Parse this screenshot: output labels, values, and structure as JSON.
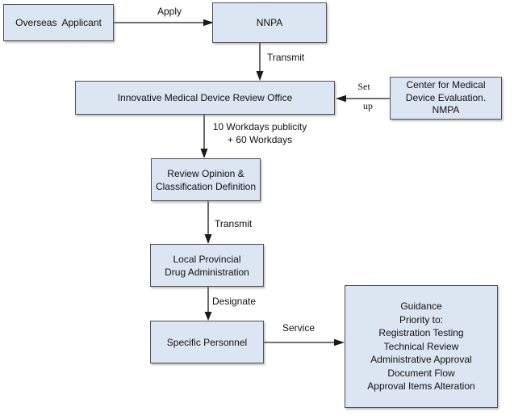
{
  "boxes": {
    "overseas": "Overseas  Applicant",
    "nnpa": "NNPA",
    "office": "Innovative Medical Device Review Office",
    "center": "Center for Medical\nDevice Evaluation.\nNMPA",
    "review": "Review Opinion &\nClassification Definition",
    "local": "Local Provincial\nDrug Administration",
    "personnel": "Specific Personnel",
    "guidance": "Guidance\nPriority to:\nRegistration Testing\nTechnical Review\nAdministrative Approval\nDocument Flow\nApproval Items Alteration"
  },
  "arrows": {
    "apply": "Apply",
    "transmit_top": "Transmit",
    "set": "Set",
    "up": "up",
    "workdays": "10 Workdays publicity\n+ 60 Workdays",
    "transmit_mid": "Transmit",
    "designate": "Designate",
    "service": "Service"
  },
  "colors": {
    "box_fill": "#dce6f2",
    "box_border": "#4f4f57",
    "arrow_line": "#1a1a1a",
    "text": "#111111"
  }
}
